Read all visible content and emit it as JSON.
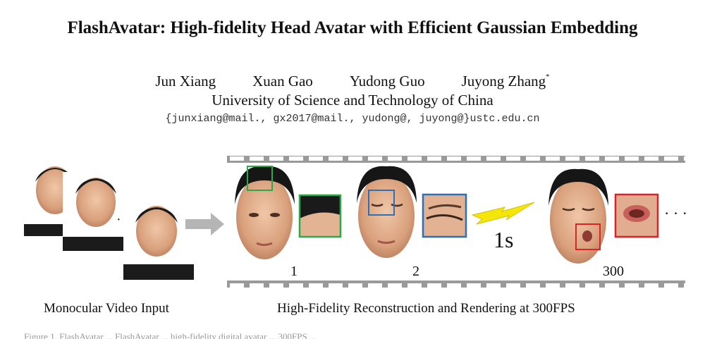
{
  "title": "FlashAvatar: High-fidelity Head Avatar with Efficient Gaussian Embedding",
  "authors": [
    {
      "name": "Jun Xiang",
      "mark": ""
    },
    {
      "name": "Xuan Gao",
      "mark": ""
    },
    {
      "name": "Yudong Guo",
      "mark": ""
    },
    {
      "name": "Juyong Zhang",
      "mark": "*"
    }
  ],
  "affiliation": "University of Science and Technology of China",
  "emails": "{junxiang@mail., gx2017@mail., yudong@, juyong@}ustc.edu.cn",
  "figure": {
    "frame_labels": [
      "1",
      "2",
      "300"
    ],
    "time_label": "1s",
    "ellipsis": "· · ·",
    "input_dots": "· · ·",
    "left_caption": "Monocular Video Input",
    "right_caption": "High-Fidelity Reconstruction and Rendering at 300FPS",
    "colors": {
      "green": "#2aa84a",
      "blue": "#2f6fb5",
      "red": "#d9252a",
      "bolt": "#f5e60a",
      "film": "#9a9a9a",
      "arrow": "#b5b5b5"
    }
  },
  "truncated_caption": "Figure 1. FlashAvatar ... FlashAvatar ... high-fidelity digital avatar ... 300FPS ..."
}
